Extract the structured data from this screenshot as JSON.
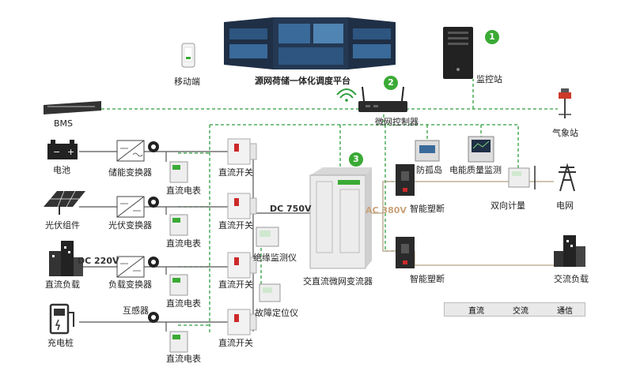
{
  "labels": {
    "mobile": "移动端",
    "platform": "源网荷储一体化调度平台",
    "monitor_station": "监控站",
    "bms": "BMS",
    "microgrid_controller": "微网控制器",
    "weather_station": "气象站",
    "battery": "电池",
    "storage_converter": "储能变换器",
    "dc_meter": "直流电表",
    "dc_switch": "直流开关",
    "pv_module": "光伏组件",
    "pv_converter": "光伏变换器",
    "dc_load": "直流负载",
    "load_converter": "负载变换器",
    "transformer": "互感器",
    "charging_pile": "充电桩",
    "insulation_monitor": "绝缘监测仪",
    "fault_locator": "故障定位仪",
    "acdc_converter": "交直流微网变流器",
    "anti_islanding": "防孤岛",
    "power_quality": "电能质量监测",
    "smart_breaker": "智能塑断",
    "bidirectional_meter": "双向计量",
    "grid": "电网",
    "ac_load": "交流负载"
  },
  "voltages": {
    "dc750": "DC 750V",
    "dc220": "DC 220V",
    "ac380": "AC 380V"
  },
  "badges": {
    "b1": "1",
    "b2": "2",
    "b3": "3"
  },
  "legend": {
    "dc": "直流",
    "ac": "交流",
    "comm": "通信"
  },
  "colors": {
    "dc_line": "#555555",
    "ac_line": "#b5a085",
    "comm_line": "#2e9e3e",
    "badge": "#3aaa35",
    "dc_voltage_text": "#333333",
    "ac_voltage_text": "#c8a27a"
  },
  "icons": [
    "phone-icon",
    "video-wall-icon",
    "server-icon",
    "wifi-icon",
    "router-icon",
    "rack-unit-icon",
    "weather-station-icon",
    "battery-icon",
    "converter-icon",
    "current-transformer-icon",
    "meter-icon",
    "dc-switch-icon",
    "solar-panel-icon",
    "building-icon",
    "charging-pile-icon",
    "cabinet-icon",
    "breaker-icon",
    "pylon-icon"
  ]
}
